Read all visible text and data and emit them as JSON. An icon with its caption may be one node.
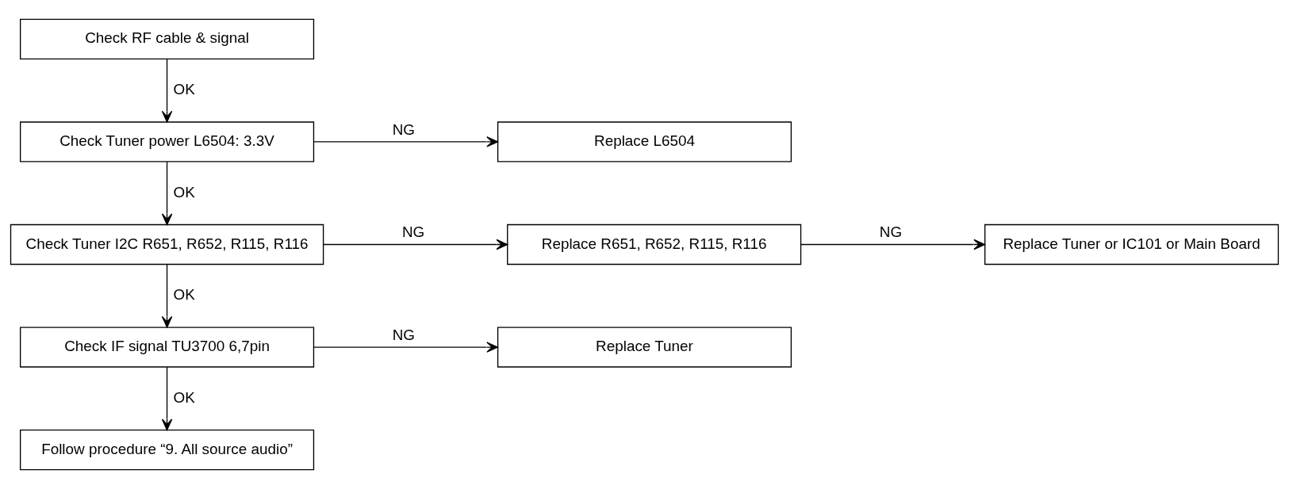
{
  "diagram": {
    "nodes": [
      {
        "text": [
          "Check RF cable & signal"
        ]
      },
      {
        "text": [
          "Check Tuner power L6504: 3.3V"
        ]
      },
      {
        "text": [
          "Replace L6504"
        ]
      },
      {
        "text": [
          "Check Tuner I2C R651, R652, R115, R116"
        ]
      },
      {
        "text": [
          "Replace R651, R652, R115, R116"
        ]
      },
      {
        "text": [
          "Replace Tuner or IC101 or Main Board"
        ]
      },
      {
        "text": [
          "Check IF signal TU3700 6,7pin"
        ]
      },
      {
        "text": [
          "Replace Tuner"
        ]
      },
      {
        "text": [
          "Follow procedure “9. All source audio”"
        ]
      }
    ],
    "edges": [
      {
        "from": 0,
        "to": 1,
        "arrow": "to",
        "label": "OK"
      },
      {
        "from": 1,
        "to": 2,
        "arrow": "to",
        "label": "NG"
      },
      {
        "from": 1,
        "to": 3,
        "arrow": "to",
        "label": "OK"
      },
      {
        "from": 3,
        "to": 4,
        "arrow": "to",
        "label": "NG"
      },
      {
        "from": 4,
        "to": 5,
        "arrow": "to",
        "label": "NG"
      },
      {
        "from": 3,
        "to": 6,
        "arrow": "to",
        "label": "OK"
      },
      {
        "from": 6,
        "to": 7,
        "arrow": "to",
        "label": "NG"
      },
      {
        "from": 6,
        "to": 8,
        "arrow": "to",
        "label": "OK"
      }
    ]
  }
}
